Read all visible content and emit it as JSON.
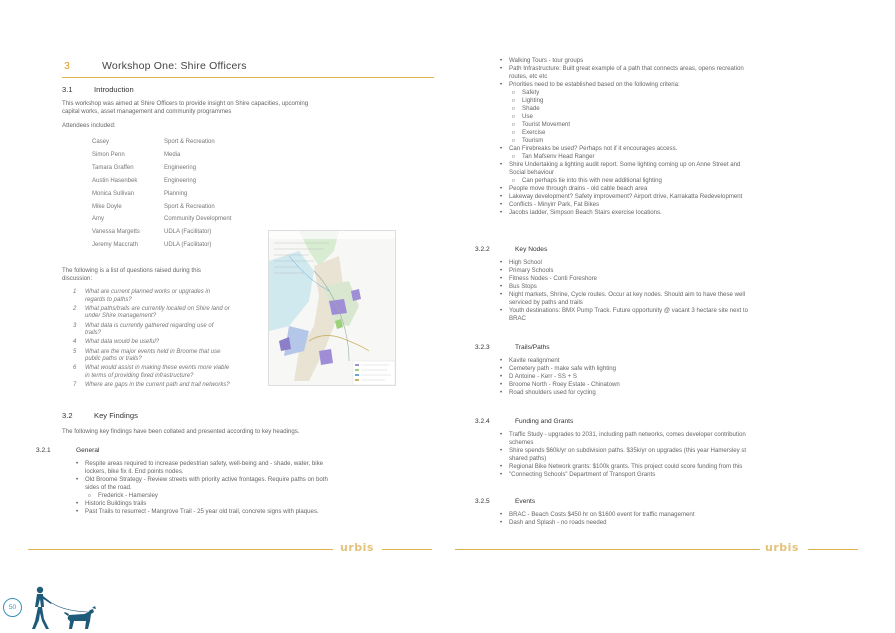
{
  "chapter": {
    "number": "3",
    "title": "Workshop One: Shire Officers"
  },
  "intro": {
    "number": "3.1",
    "title": "Introduction",
    "para_lines": [
      "This workshop was aimed at Shire Officers to provide insight on Shire capacities, upcoming",
      "capital works, asset management and community programmes"
    ],
    "attendees_label": "Attendees included:",
    "attendees": [
      {
        "name": "Casey",
        "role": "Sport & Recreation"
      },
      {
        "name": "Simon Penn",
        "role": "Media"
      },
      {
        "name": "Tamara Graffen",
        "role": "Engineering"
      },
      {
        "name": "Austin Hasenbek",
        "role": "Engineering"
      },
      {
        "name": "Monica Sullivan",
        "role": "Planning"
      },
      {
        "name": "Mike Doyle",
        "role": "Sport & Recreation"
      },
      {
        "name": "Amy",
        "role": "Community Development"
      },
      {
        "name": "Vanessa Margetts",
        "role": "UDLA (Facilitator)"
      },
      {
        "name": "Jeremy Maccrath",
        "role": "UDLA (Facilitator)"
      }
    ],
    "questions_intro_lines": [
      "The following is a list of questions raised during this",
      "discussion:"
    ],
    "questions": [
      {
        "n": "1",
        "lines": [
          "What are current planned works or upgrades in",
          "regards to paths?"
        ]
      },
      {
        "n": "2",
        "lines": [
          "What paths/trails are currently located on Shire land or",
          "under Shire management?"
        ]
      },
      {
        "n": "3",
        "lines": [
          "What data is currently gathered regarding use of",
          "trails?"
        ]
      },
      {
        "n": "4",
        "lines": [
          "What data would be useful?"
        ]
      },
      {
        "n": "5",
        "lines": [
          "What are the major events held in Broome that use",
          "public paths or trails?"
        ]
      },
      {
        "n": "6",
        "lines": [
          "What would assist in making these events more viable",
          "in terms of providing fixed infrastructure?"
        ]
      },
      {
        "n": "7",
        "lines": [
          "Where are gaps in the current path and trail networks?"
        ]
      }
    ]
  },
  "findings": {
    "number": "3.2",
    "title": "Key Findings",
    "intro": "The following key findings have been collated and presented according to key headings.",
    "general": {
      "number": "3.2.1",
      "title": "General",
      "items": [
        {
          "text": [
            "Respite areas required to increase pedestrian safety, well-being and - shade, water, bike",
            "lockers, bike fix it. End points nodes."
          ]
        },
        {
          "text": [
            "Old Broome Strategy - Review streets with priority active frontages. Require paths on both",
            "sides of the road."
          ],
          "sub": [
            "Frederick - Hamersley"
          ]
        },
        {
          "text": [
            "Historic Buildings trails"
          ]
        },
        {
          "text": [
            "Past Trails to resurrect - Mangrove Trail - 25 year old trail, concrete signs with plaques."
          ]
        }
      ]
    }
  },
  "right": {
    "top_items": [
      {
        "text": [
          "Walking Tours - tour groups"
        ]
      },
      {
        "text": [
          "Path Infrastructure: Built great example of a path that connects areas, opens recreation",
          "routes, etc etc"
        ]
      },
      {
        "text": [
          "Priorities need to be established based on the following criteria:"
        ],
        "sub": [
          "Safety",
          "Lighting",
          "Shade",
          "Use",
          "Tourist Movement",
          "Exercise",
          "Tourism"
        ]
      },
      {
        "text": [
          "Can Firebreaks be used? Perhaps not if it encourages access."
        ],
        "sub": [
          "Tan Mafsenv Head Ranger"
        ]
      },
      {
        "text": [
          "Shire Undertaking a lighting audit report. Some lighting coming up on Anne Street and",
          "Social behaviour"
        ],
        "sub": [
          "Can perhaps tie into this with new additional lighting"
        ]
      },
      {
        "text": [
          "People move through drains - old cable beach area"
        ]
      },
      {
        "text": [
          "Lakeway development? Safety improvement? Airport drive, Karrakatta Redevelopment"
        ]
      },
      {
        "text": [
          "Conflicts - Minyirr Park, Fat Bikes"
        ]
      },
      {
        "text": [
          "Jacobs ladder, Simpson Beach Stairs exercise locations."
        ]
      }
    ],
    "nodes": {
      "number": "3.2.2",
      "title": "Key Nodes",
      "items": [
        {
          "text": [
            "High School"
          ]
        },
        {
          "text": [
            "Primary Schools"
          ]
        },
        {
          "text": [
            "Fitness Nodes - Conti Foreshore"
          ]
        },
        {
          "text": [
            "Bus Stops"
          ]
        },
        {
          "text": [
            "Night markets, Shrine, Cycle routes. Occur at key nodes. Should aim to have these well",
            "serviced by paths and trails"
          ]
        },
        {
          "text": [
            "Youth destinations: BMX Pump Track. Future opportunity @ vacant 3 hectare site next to",
            "BRAC"
          ]
        }
      ]
    },
    "trails": {
      "number": "3.2.3",
      "title": "Trails/Paths",
      "items": [
        {
          "text": [
            "Kavite realignment"
          ]
        },
        {
          "text": [
            "Cemetery path - make safe with lighting"
          ]
        },
        {
          "text": [
            "D Antoine - Kerr - SS + S"
          ]
        },
        {
          "text": [
            "Broome North - Roey Estate - Chinatown"
          ]
        },
        {
          "text": [
            "Road shoulders used for cycling"
          ]
        }
      ]
    },
    "funding": {
      "number": "3.2.4",
      "title": "Funding and Grants",
      "items": [
        {
          "text": [
            "Traffic Study - upgrades to 2031, including path networks, comes developer contribution",
            "schemes"
          ]
        },
        {
          "text": [
            "Shire spends $60k/yr on subdivision paths. $35k/yr on upgrades (this year Hamersley st",
            "shared paths)"
          ]
        },
        {
          "text": [
            "Regional Bike Network grants: $100k grants. This project could score funding from this"
          ]
        },
        {
          "text": [
            "\"Connecting Schools\" Department of Transport Grants"
          ]
        }
      ]
    },
    "events": {
      "number": "3.2.5",
      "title": "Events",
      "items": [
        {
          "text": [
            "BRAC - Beach Costs $450 hr on $1600 event for traffic management"
          ]
        },
        {
          "text": [
            "Dash and Splash - no roads needed"
          ]
        }
      ]
    }
  },
  "footer": {
    "page_number": "50",
    "logo_text": "urbis"
  },
  "colors": {
    "accent": "#e2b450",
    "chapter_number": "#e39a2c",
    "badge": "#3a8fb7"
  }
}
